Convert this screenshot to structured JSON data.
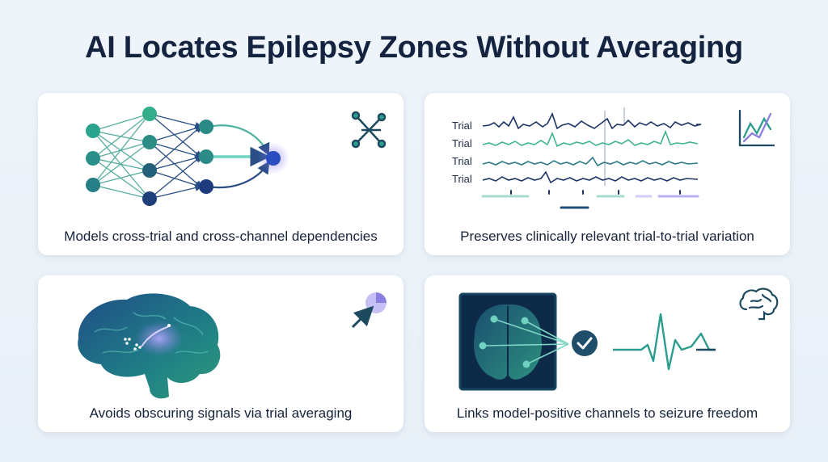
{
  "title": "AI Locates Epilepsy Zones Without Averaging",
  "cards": [
    {
      "caption": "Models cross-trial and cross-channel dependencies",
      "icon": "network-graph-icon"
    },
    {
      "caption": "Preserves clinically relevant trial-to-trial variation",
      "icon": "line-chart-icon",
      "trial_labels": [
        "Trial",
        "Trial",
        "Trial",
        "Trial"
      ]
    },
    {
      "caption": "Avoids obscuring signals via trial averaging",
      "icon": "arrow-target-icon"
    },
    {
      "caption": "Links model-positive channels to seizure freedom",
      "icon": "brain-icon"
    }
  ],
  "colors": {
    "navy": "#14233f",
    "teal": "#2a9d8f",
    "green": "#3fb58a",
    "blue": "#2c4fa3",
    "violet": "#8a7fe0"
  }
}
